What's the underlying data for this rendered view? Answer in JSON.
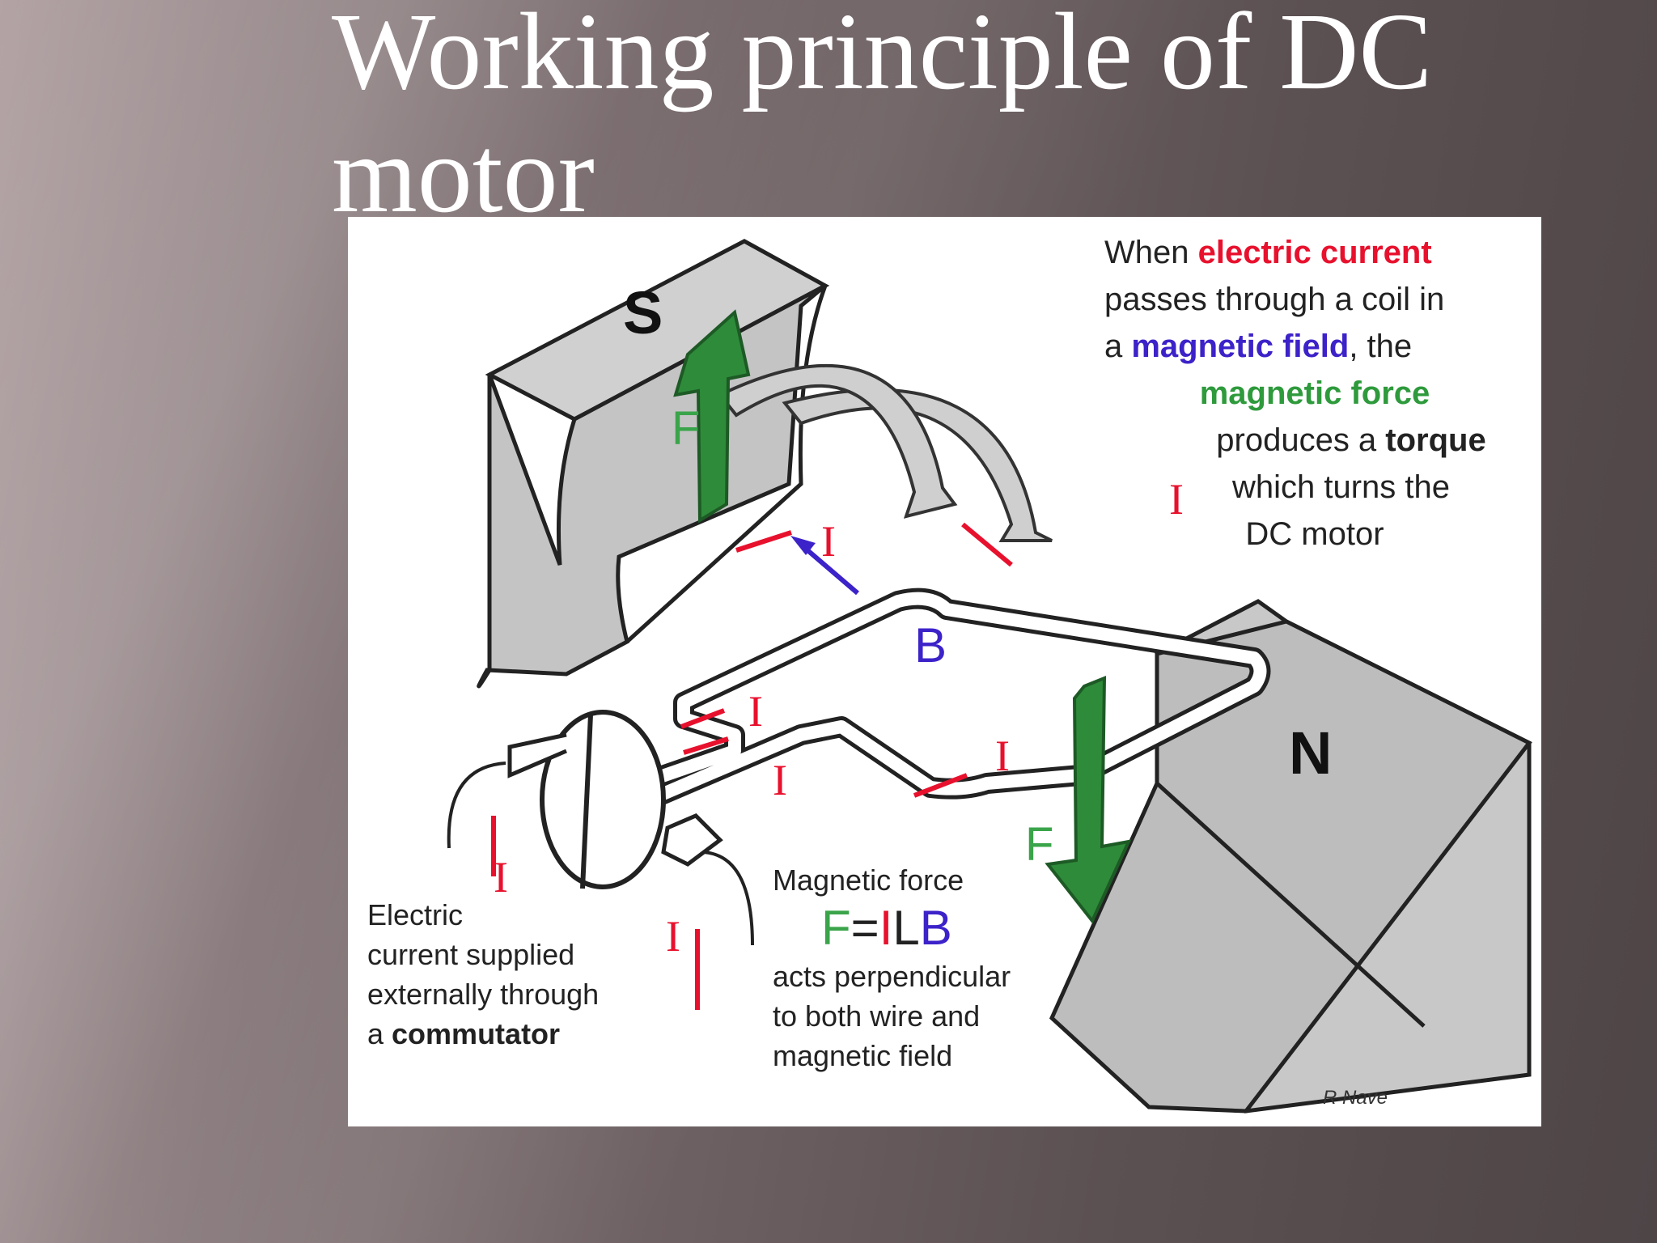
{
  "slide": {
    "title": "Working principle of DC motor"
  },
  "diagram": {
    "pole_s": "S",
    "pole_n": "N",
    "label_force": "F",
    "label_field": "B",
    "label_current": "I",
    "credit": "R Nave",
    "top_text": {
      "when": "When ",
      "electric_current": "electric current",
      "passes": "passes through a  coil in",
      "a": "a ",
      "magnetic_field": "magnetic field",
      "the": ", the",
      "magnetic_force": "magnetic force",
      "produces": "produces a ",
      "torque": "torque",
      "which": "which turns the",
      "dc_motor": "DC motor"
    },
    "commutator_text": {
      "line1": "Electric",
      "line2": "current supplied",
      "line3": "externally through",
      "line4_a": "a ",
      "line4_b": "commutator"
    },
    "force_text": {
      "heading": "Magnetic force",
      "formula_f": "F",
      "formula_eq": "=",
      "formula_i": "I",
      "formula_l": "L",
      "formula_b": "B",
      "line1": "acts perpendicular",
      "line2": "to both wire and",
      "line3": "magnetic field"
    },
    "colors": {
      "force": "#2e8b3a",
      "current": "#e8112d",
      "field": "#3c22c9",
      "magnet": "#c8c8c8"
    }
  }
}
